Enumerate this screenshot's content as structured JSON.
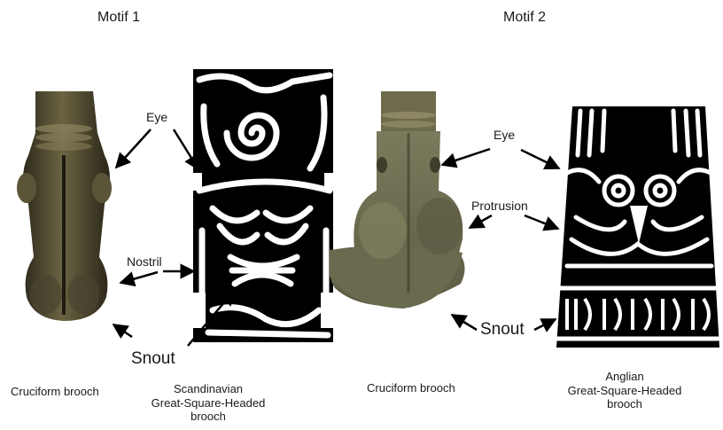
{
  "motif1": {
    "title": "Motif 1",
    "labels": {
      "eye": "Eye",
      "nostril": "Nostril",
      "snout": "Snout"
    },
    "captions": {
      "left": "Cruciform brooch",
      "right_line1": "Scandinavian",
      "right_line2": "Great-Square-Headed",
      "right_line3": "brooch"
    }
  },
  "motif2": {
    "title": "Motif 2",
    "labels": {
      "eye": "Eye",
      "protrusion": "Protrusion",
      "snout": "Snout"
    },
    "captions": {
      "left": "Cruciform brooch",
      "right_line1": "Anglian",
      "right_line2": "Great-Square-Headed",
      "right_line3": "brooch"
    }
  },
  "colors": {
    "bronze_dark": "#3f3a26",
    "bronze_mid": "#6b6442",
    "patina": "#75765a",
    "ink": "#000000"
  }
}
